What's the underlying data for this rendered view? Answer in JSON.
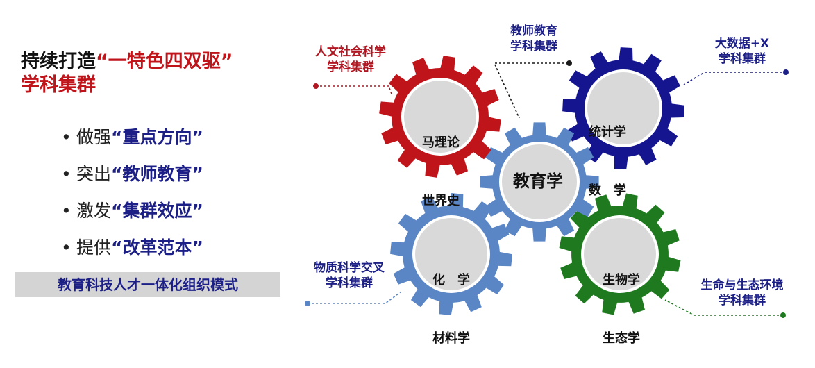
{
  "heading": {
    "line1_prefix": "持续打造",
    "line1_highlight": "“一特色四双驱”",
    "line2": "学科集群"
  },
  "bullets": [
    {
      "verb": "做强",
      "emphasis": "“重点方向”"
    },
    {
      "verb": "突出",
      "emphasis": "“教师教育”"
    },
    {
      "verb": "激发",
      "emphasis": "“集群效应”"
    },
    {
      "verb": "提供",
      "emphasis": "“改革范本”"
    }
  ],
  "footer_box": "教育科技人才一体化组织模式",
  "gears": {
    "center": {
      "label": "教育学",
      "color": "#5b86c5"
    },
    "top_left": {
      "line1": "马理论",
      "line2": "世界史",
      "color": "#c0141b"
    },
    "top_right": {
      "line1": "统计学",
      "line2": "数　学",
      "color": "#15158f"
    },
    "bottom_left": {
      "line1": "化　学",
      "line2": "材料学",
      "color": "#5b86c5"
    },
    "bottom_right": {
      "line1": "生物学",
      "line2": "生态学",
      "color": "#1f7a1f"
    }
  },
  "callouts": {
    "humanities": {
      "line1": "人文社会科学",
      "line2": "学科集群"
    },
    "teacher_ed": {
      "line1": "教师教育",
      "line2": "学科集群"
    },
    "bigdata": {
      "line1": "大数据+X",
      "line2": "学科集群"
    },
    "materials": {
      "line1": "物质科学交叉",
      "line2": "学科集群"
    },
    "life": {
      "line1": "生命与生态环境",
      "line2": "学科集群"
    }
  }
}
